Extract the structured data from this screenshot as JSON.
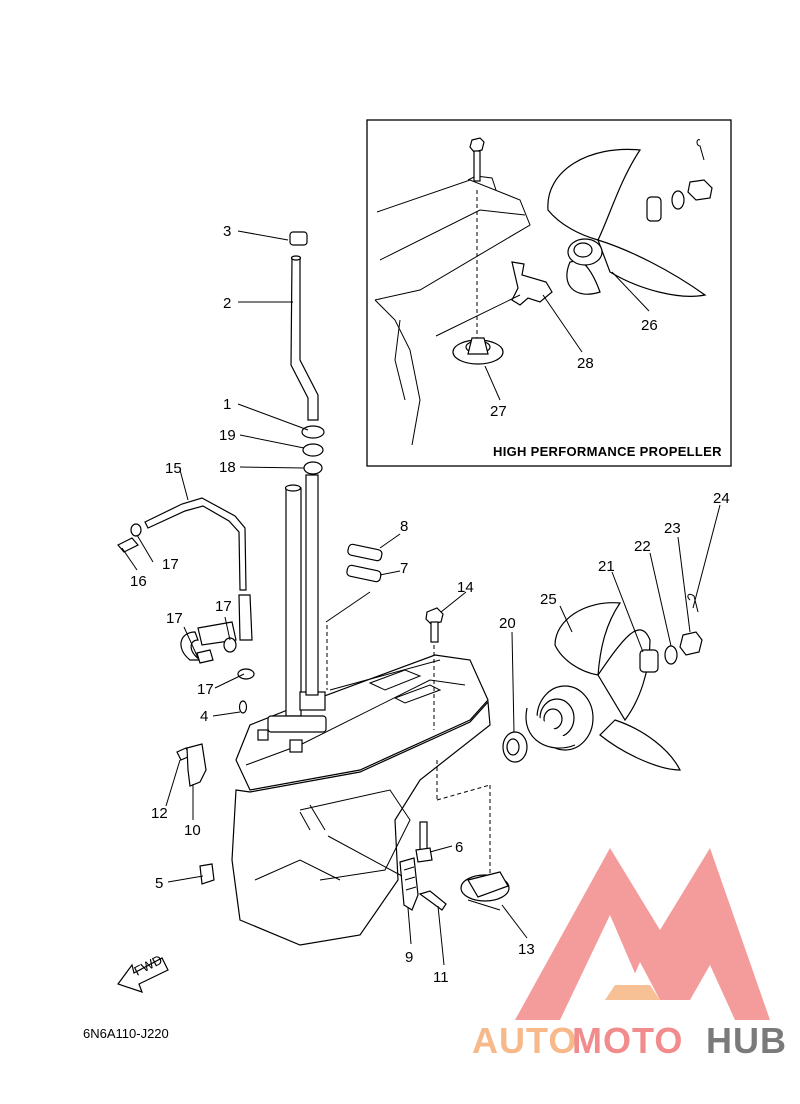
{
  "inset": {
    "caption": "HIGH PERFORMANCE PROPELLER"
  },
  "diagram_code": "6N6A110-J220",
  "fwd_label": "FWD",
  "watermark": {
    "part1": "AUTO",
    "part2": "MOTO",
    "part3": "HUB",
    "color_light": "#f7b98a",
    "color_red": "#f28b8b",
    "color_gray": "#7a7a7a"
  },
  "callouts": {
    "c1": "1",
    "c2": "2",
    "c3": "3",
    "c4": "4",
    "c5": "5",
    "c6": "6",
    "c7": "7",
    "c8": "8",
    "c9": "9",
    "c10": "10",
    "c11": "11",
    "c12": "12",
    "c13": "13",
    "c14": "14",
    "c15": "15",
    "c16": "16",
    "c17a": "17",
    "c17b": "17",
    "c17c": "17",
    "c17d": "17",
    "c18": "18",
    "c19": "19",
    "c20": "20",
    "c21": "21",
    "c22": "22",
    "c23": "23",
    "c24": "24",
    "c25": "25",
    "c26": "26",
    "c27": "27",
    "c28": "28"
  }
}
